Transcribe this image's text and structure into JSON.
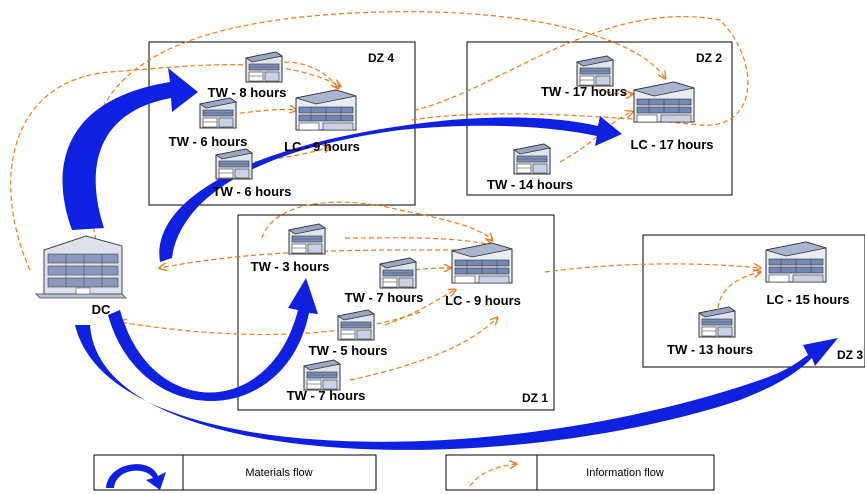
{
  "zones": [
    {
      "id": "dz4",
      "label": "DZ 4"
    },
    {
      "id": "dz2",
      "label": "DZ 2"
    },
    {
      "id": "dz1",
      "label": "DZ 1"
    },
    {
      "id": "dz3",
      "label": "DZ 3"
    }
  ],
  "nodes": {
    "dc": "DC",
    "dz4_tw_a": "TW - 8 hours",
    "dz4_tw_b": "TW - 6 hours",
    "dz4_tw_c": "TW - 6 hours",
    "dz4_lc": "LC - 9 hours",
    "dz2_tw_a": "TW - 17 hours",
    "dz2_tw_b": "TW - 14 hours",
    "dz2_lc": "LC - 17 hours",
    "dz1_tw_a": "TW - 3 hours",
    "dz1_tw_b": "TW - 7 hours",
    "dz1_tw_c": "TW - 5 hours",
    "dz1_tw_d": "TW - 7 hours",
    "dz1_lc": "LC - 9 hours",
    "dz3_tw_a": "TW - 13 hours",
    "dz3_lc": "LC - 15 hours"
  },
  "legend": {
    "materials": "Materials flow",
    "information": "Information flow"
  },
  "colors": {
    "materials_flow": "#1020e0",
    "information_flow": "#f07a1c"
  },
  "icons": {
    "warehouse": "warehouse-building-icon",
    "distribution_center": "distribution-center-building-icon"
  }
}
